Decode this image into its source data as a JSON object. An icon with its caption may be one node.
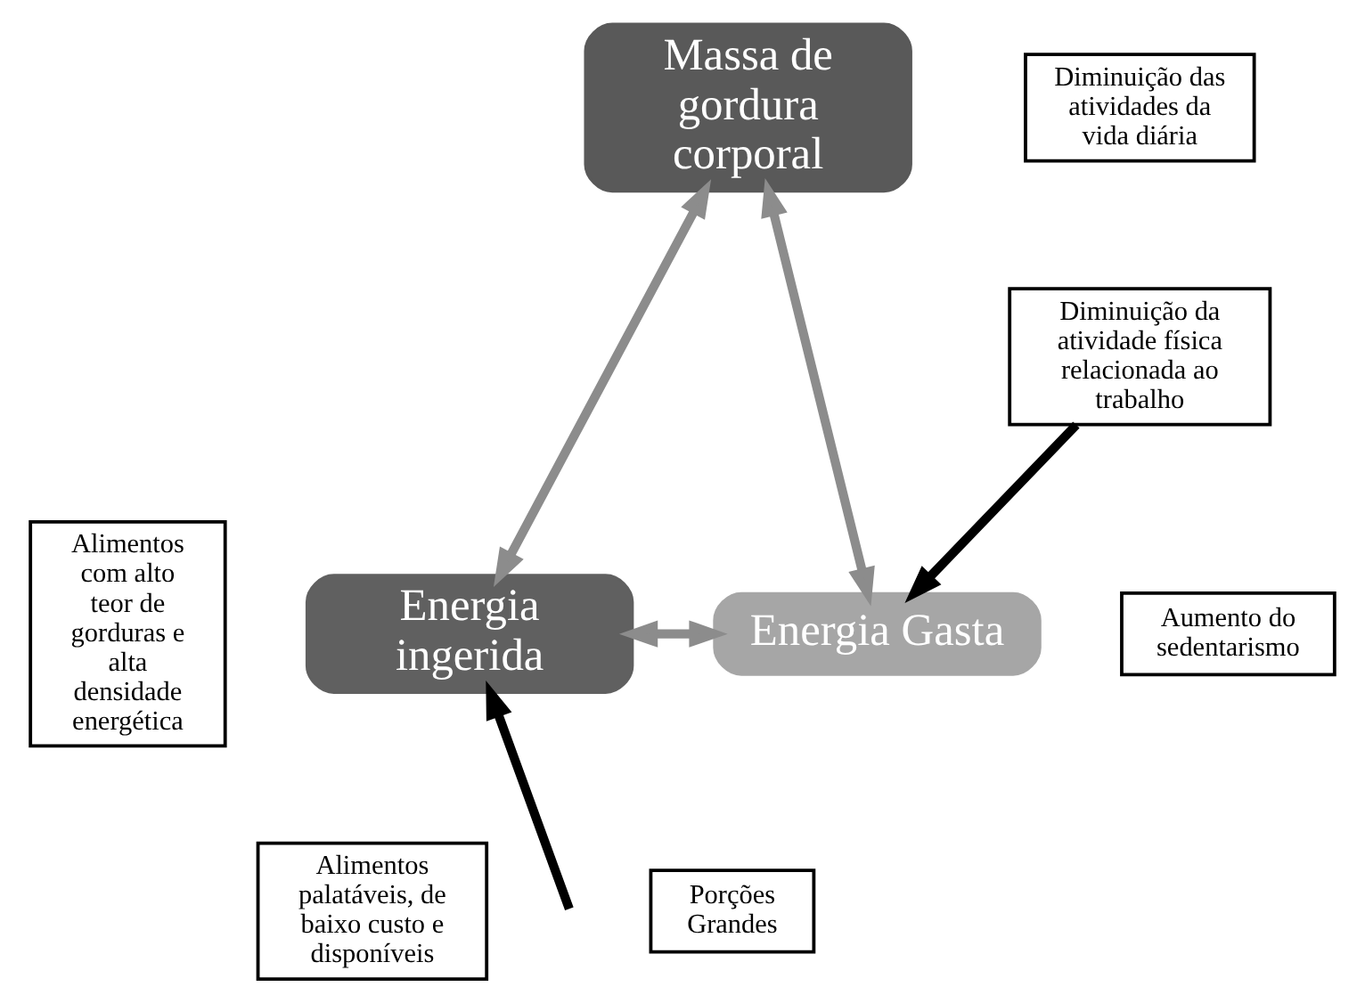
{
  "diagram": {
    "nodes": [
      {
        "text": [
          "Massa de gordura corporal"
        ]
      },
      {
        "text": [
          "Energia ingerida"
        ]
      },
      {
        "text": [
          "Energia Gasta"
        ]
      },
      {
        "text": [
          "Diminuição das atividades da vida diária"
        ]
      },
      {
        "text": [
          "Diminuição da atividade física relacionada ao trabalho"
        ]
      },
      {
        "text": [
          "Aumento do sedentarismo"
        ]
      },
      {
        "text": [
          "Alimentos com alto teor de gorduras e alta densidade energética"
        ]
      },
      {
        "text": [
          "Alimentos palatáveis, de baixo custo e disponíveis"
        ]
      },
      {
        "text": [
          "Porções Grandes"
        ]
      }
    ],
    "edges": [
      {
        "from": 0,
        "to": 1,
        "arrow": "both"
      },
      {
        "from": 0,
        "to": 2,
        "arrow": "both"
      },
      {
        "from": 1,
        "to": 2,
        "arrow": "both"
      },
      {
        "from": 4,
        "to": 2,
        "arrow": "to",
        "color": "#000000"
      },
      {
        "from": null,
        "to": 1,
        "arrow": "to",
        "color": "#000000"
      }
    ]
  }
}
